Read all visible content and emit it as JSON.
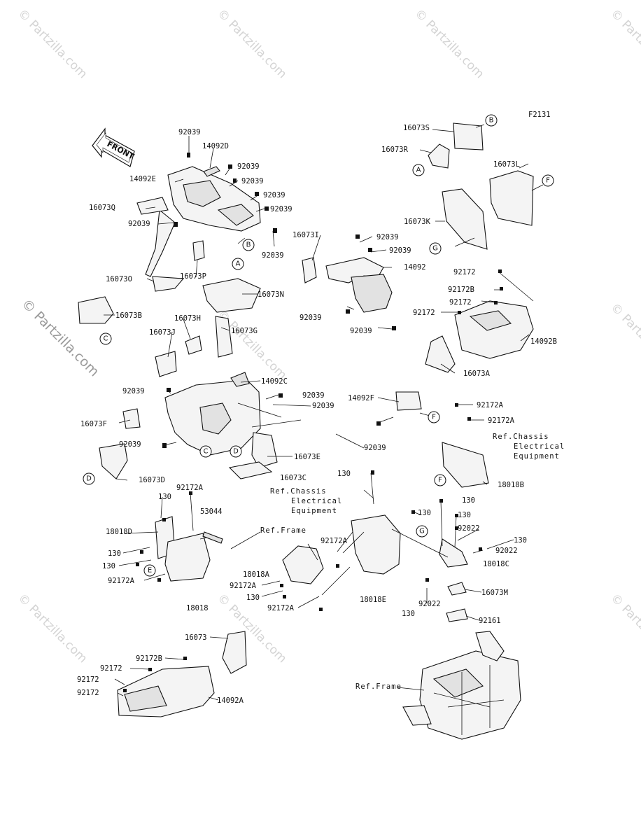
{
  "figure_code": "F2131",
  "front_arrow_label": "FRONT",
  "watermark": "© Partzilla.com",
  "callout_letters": [
    "A",
    "B",
    "C",
    "D",
    "E",
    "F",
    "G"
  ],
  "references": {
    "chassis_electrical": [
      "Ref.Chassis",
      "Electrical",
      "Equipment"
    ],
    "frame": "Ref.Frame"
  },
  "part_labels": {
    "p92039_top": "92039",
    "p14092D": "14092D",
    "p92039_a": "92039",
    "p92039_b": "92039",
    "p14092E": "14092E",
    "p92039_c": "92039",
    "p92039_d": "92039",
    "p16073Q": "16073Q",
    "p92039_e": "92039",
    "p92039_f": "92039",
    "p16073P": "16073P",
    "p16073O": "16073O",
    "p16073N": "16073N",
    "p16073B": "16073B",
    "p16073H": "16073H",
    "p16073J": "16073J",
    "p16073G": "16073G",
    "p14092C": "14092C",
    "p92039_g": "92039",
    "p92039_h": "92039",
    "p92039_i": "92039",
    "p16073F": "16073F",
    "p92039_j": "92039",
    "p16073E": "16073E",
    "p16073C": "16073C",
    "p16073D": "16073D",
    "p16073S": "16073S",
    "p16073R": "16073R",
    "p16073L": "16073L",
    "p16073K": "16073K",
    "p16073I": "16073I",
    "p92039_k": "92039",
    "p92039_l": "92039",
    "p14092": "14092",
    "p92039_m": "92039",
    "p92039_n": "92039",
    "p92172_a": "92172",
    "p92172B_a": "92172B",
    "p92172_b": "92172",
    "p92172_c": "92172",
    "p14092B": "14092B",
    "p16073A": "16073A",
    "p14092F": "14092F",
    "p92039_o": "92039",
    "p92172A_a": "92172A",
    "p92172A_b": "92172A",
    "p18018B": "18018B",
    "p130_a": "130",
    "p130_b": "130",
    "p92172A_c": "92172A",
    "p130_c": "130",
    "p53044": "53044",
    "p18018D": "18018D",
    "p130_d": "130",
    "p130_e": "130",
    "p92172A_d": "92172A",
    "p18018": "18018",
    "p92172A_e": "92172A",
    "p18018A": "18018A",
    "p92172A_f": "92172A",
    "p130_f": "130",
    "p92172A_g": "92172A",
    "p18018E": "18018E",
    "p130_g": "130",
    "p130_h": "130",
    "p92022_a": "92022",
    "p130_i": "130",
    "p92022_b": "92022",
    "p18018C": "18018C",
    "p92022_c": "92022",
    "p16073M": "16073M",
    "p130_j": "130",
    "p92161": "92161",
    "p16073": "16073",
    "p92172B_b": "92172B",
    "p92172_d": "92172",
    "p92172_e": "92172",
    "p92172_f": "92172",
    "p14092A": "14092A"
  }
}
